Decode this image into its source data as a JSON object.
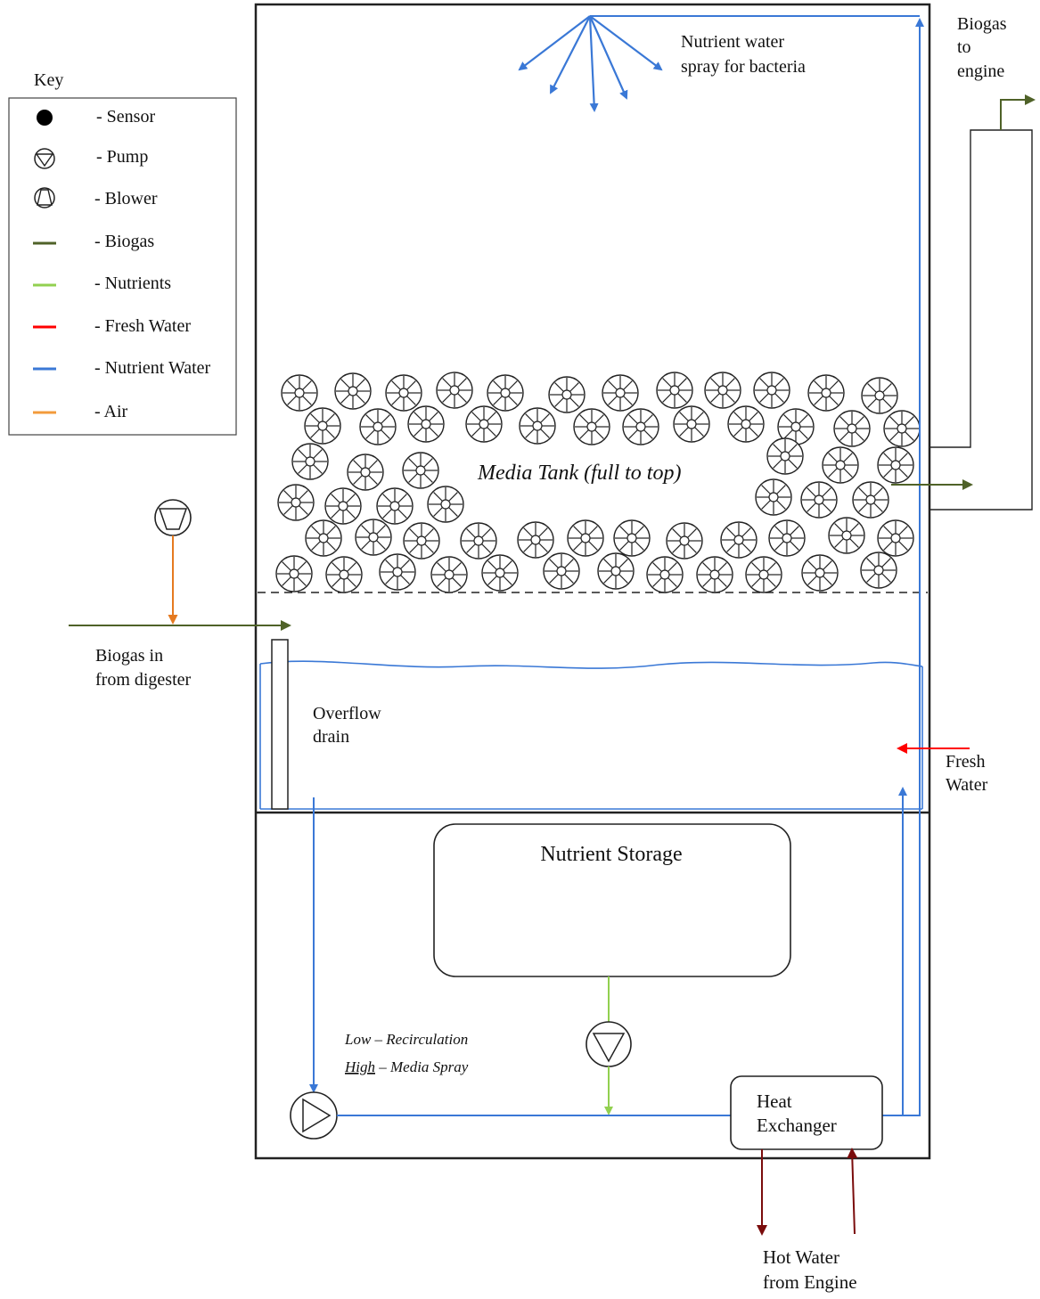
{
  "key": {
    "title": "Key",
    "items": [
      {
        "symbol": "sensor-dot",
        "label": "-  Sensor"
      },
      {
        "symbol": "pump-symbol",
        "label": "-  Pump"
      },
      {
        "symbol": "blower-symbol",
        "label": "- Blower"
      },
      {
        "symbol": "line",
        "color": "#4f6228",
        "label": "- Biogas"
      },
      {
        "symbol": "line",
        "color": "#92d050",
        "label": "- Nutrients"
      },
      {
        "symbol": "line",
        "color": "#ff0000",
        "label": "- Fresh Water"
      },
      {
        "symbol": "line",
        "color": "#3a78d6",
        "label": "- Nutrient Water"
      },
      {
        "symbol": "line",
        "color": "#f39b3b",
        "label": "- Air"
      }
    ]
  },
  "labels": {
    "spray_line1": "Nutrient water",
    "spray_line2": "spray for bacteria",
    "biogas_out_line1": "Biogas",
    "biogas_out_line2": "to",
    "biogas_out_line3": "engine",
    "media_tank": "Media Tank (full to top)",
    "biogas_in_line1": "Biogas in",
    "biogas_in_line2": "from digester",
    "overflow_line1": "Overflow",
    "overflow_line2": "drain",
    "fresh_line1": "Fresh",
    "fresh_line2": "Water",
    "nutrient_storage": "Nutrient Storage",
    "pump_mode_low_word": "Low",
    "pump_mode_low_rest": " – Recirculation",
    "pump_mode_high_word": "High",
    "pump_mode_high_rest": " – Media Spray",
    "heat_ex_line1": "Heat",
    "heat_ex_line2": "Exchanger",
    "hot_water_line1": "Hot Water",
    "hot_water_line2": "from Engine"
  },
  "colors": {
    "biogas": "#4f6228",
    "nutrients": "#92d050",
    "fresh_water": "#ff0000",
    "nutrient_water": "#3a78d6",
    "air": "#e57a20",
    "hot_water": "#7a0c0c"
  }
}
